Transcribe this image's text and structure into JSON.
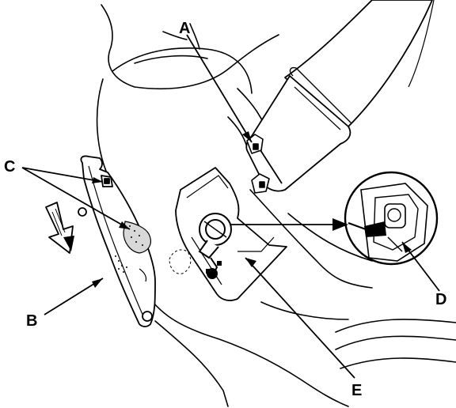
{
  "callouts": {
    "a": "A",
    "b": "B",
    "c": "C",
    "d": "D",
    "e": "E"
  },
  "colors": {
    "line": "#000000",
    "fill": "#ffffff",
    "highlight": "#000000"
  },
  "icons": {
    "direction_arrow": "hatched-down-right-arrow-icon",
    "transfer_arrow": "right-arrow-icon"
  }
}
